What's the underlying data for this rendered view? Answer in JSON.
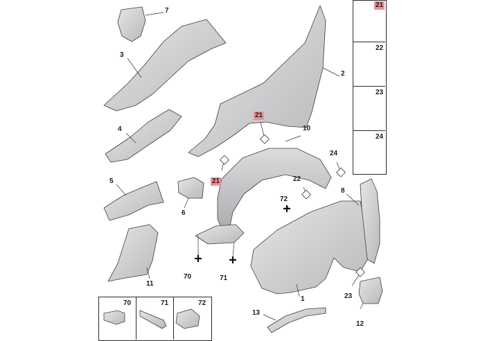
{
  "colors": {
    "highlight": "#ee8f96",
    "part_fill": "#d2d2d4",
    "part_stroke": "#3c3c3c",
    "leader": "#333333"
  },
  "callouts": {
    "c7": "7",
    "c3": "3",
    "c4": "4",
    "c5": "5",
    "c6": "6",
    "c11": "11",
    "c2": "2",
    "c10": "10",
    "c21a": "21",
    "c21b": "21",
    "c24": "24",
    "c22": "22",
    "c8": "8",
    "c72": "72",
    "c70": "70",
    "c71": "71",
    "c1": "1",
    "c13": "13",
    "c23": "23",
    "c12": "12"
  },
  "side_panel": [
    "21",
    "22",
    "23",
    "24"
  ],
  "bottom_panel": [
    "70",
    "71",
    "72"
  ]
}
